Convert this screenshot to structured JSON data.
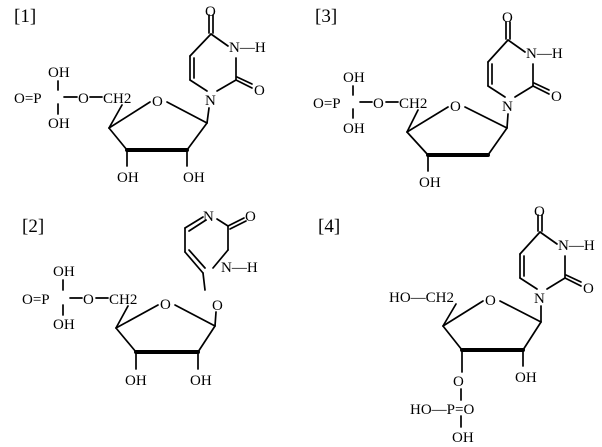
{
  "panels": [
    {
      "number": "[1]",
      "atoms": {
        "o_top": "O",
        "nh": "N—H",
        "o_right": "O",
        "n_glyc": "N",
        "oh_up": "OH",
        "o_dbl": "O=P",
        "oh_down": "OH",
        "o_link": "O",
        "ch2": "CH2",
        "o_ring": "O",
        "oh1": "OH",
        "oh2": "OH"
      }
    },
    {
      "number": "[3]",
      "atoms": {
        "o_top": "O",
        "nh": "N—H",
        "o_right": "O",
        "n_glyc": "N",
        "oh_up": "OH",
        "o_dbl": "O=P",
        "oh_down": "OH",
        "o_link": "O",
        "ch2": "CH2",
        "o_ring": "O",
        "oh1": "OH"
      }
    },
    {
      "number": "[2]",
      "atoms": {
        "n_top": "N",
        "o_right": "O",
        "nh": "N—H",
        "o_glyc": "O",
        "oh_up": "OH",
        "o_dbl": "O=P",
        "oh_down": "OH",
        "o_link": "O",
        "ch2": "CH2",
        "o_ring": "O",
        "oh1": "OH",
        "oh2": "OH"
      }
    },
    {
      "number": "[4]",
      "atoms": {
        "o_top": "O",
        "nh": "N—H",
        "o_right": "O",
        "n_glyc": "N",
        "ho_ch2": "HO—CH2",
        "o_ring": "O",
        "o_link": "O",
        "oh2": "OH",
        "p_left": "HO—P=O",
        "p_down": "OH"
      }
    }
  ]
}
